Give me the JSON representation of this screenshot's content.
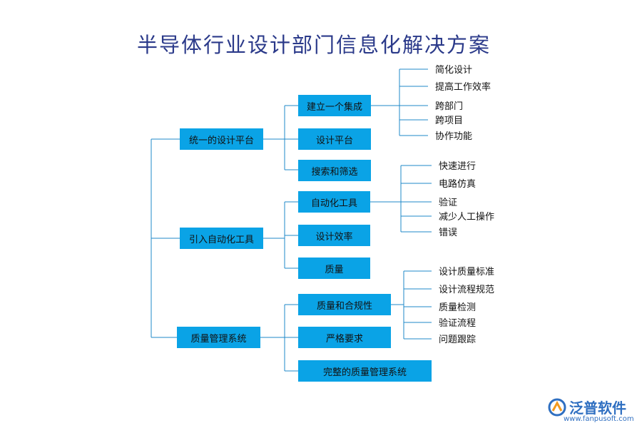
{
  "title": "半导体行业设计部门信息化解决方案",
  "level1": [
    "统一的设计平台",
    "引入自动化工具",
    "质量管理系统"
  ],
  "level2": {
    "g1": [
      "建立一个集成",
      "设计平台",
      "搜索和筛选"
    ],
    "g2": [
      "自动化工具",
      "设计效率",
      "质量"
    ],
    "g3": [
      "质量和合规性",
      "严格要求",
      "完整的质量管理系统"
    ]
  },
  "level3": {
    "a": [
      "简化设计",
      "提高工作效率",
      "跨部门",
      "跨项目",
      "协作功能"
    ],
    "b": [
      "快速进行",
      "电路仿真",
      "验证",
      "减少人工操作",
      "错误"
    ],
    "c": [
      "设计质量标准",
      "设计流程规范",
      "质量检测",
      "验证流程",
      "问题跟踪"
    ]
  },
  "logo": {
    "name": "泛普软件",
    "url": "www.fanpusoft.com"
  },
  "colors": {
    "box": "#0aa3e6",
    "line": "#1f88c9",
    "title": "#2b3a8a"
  }
}
